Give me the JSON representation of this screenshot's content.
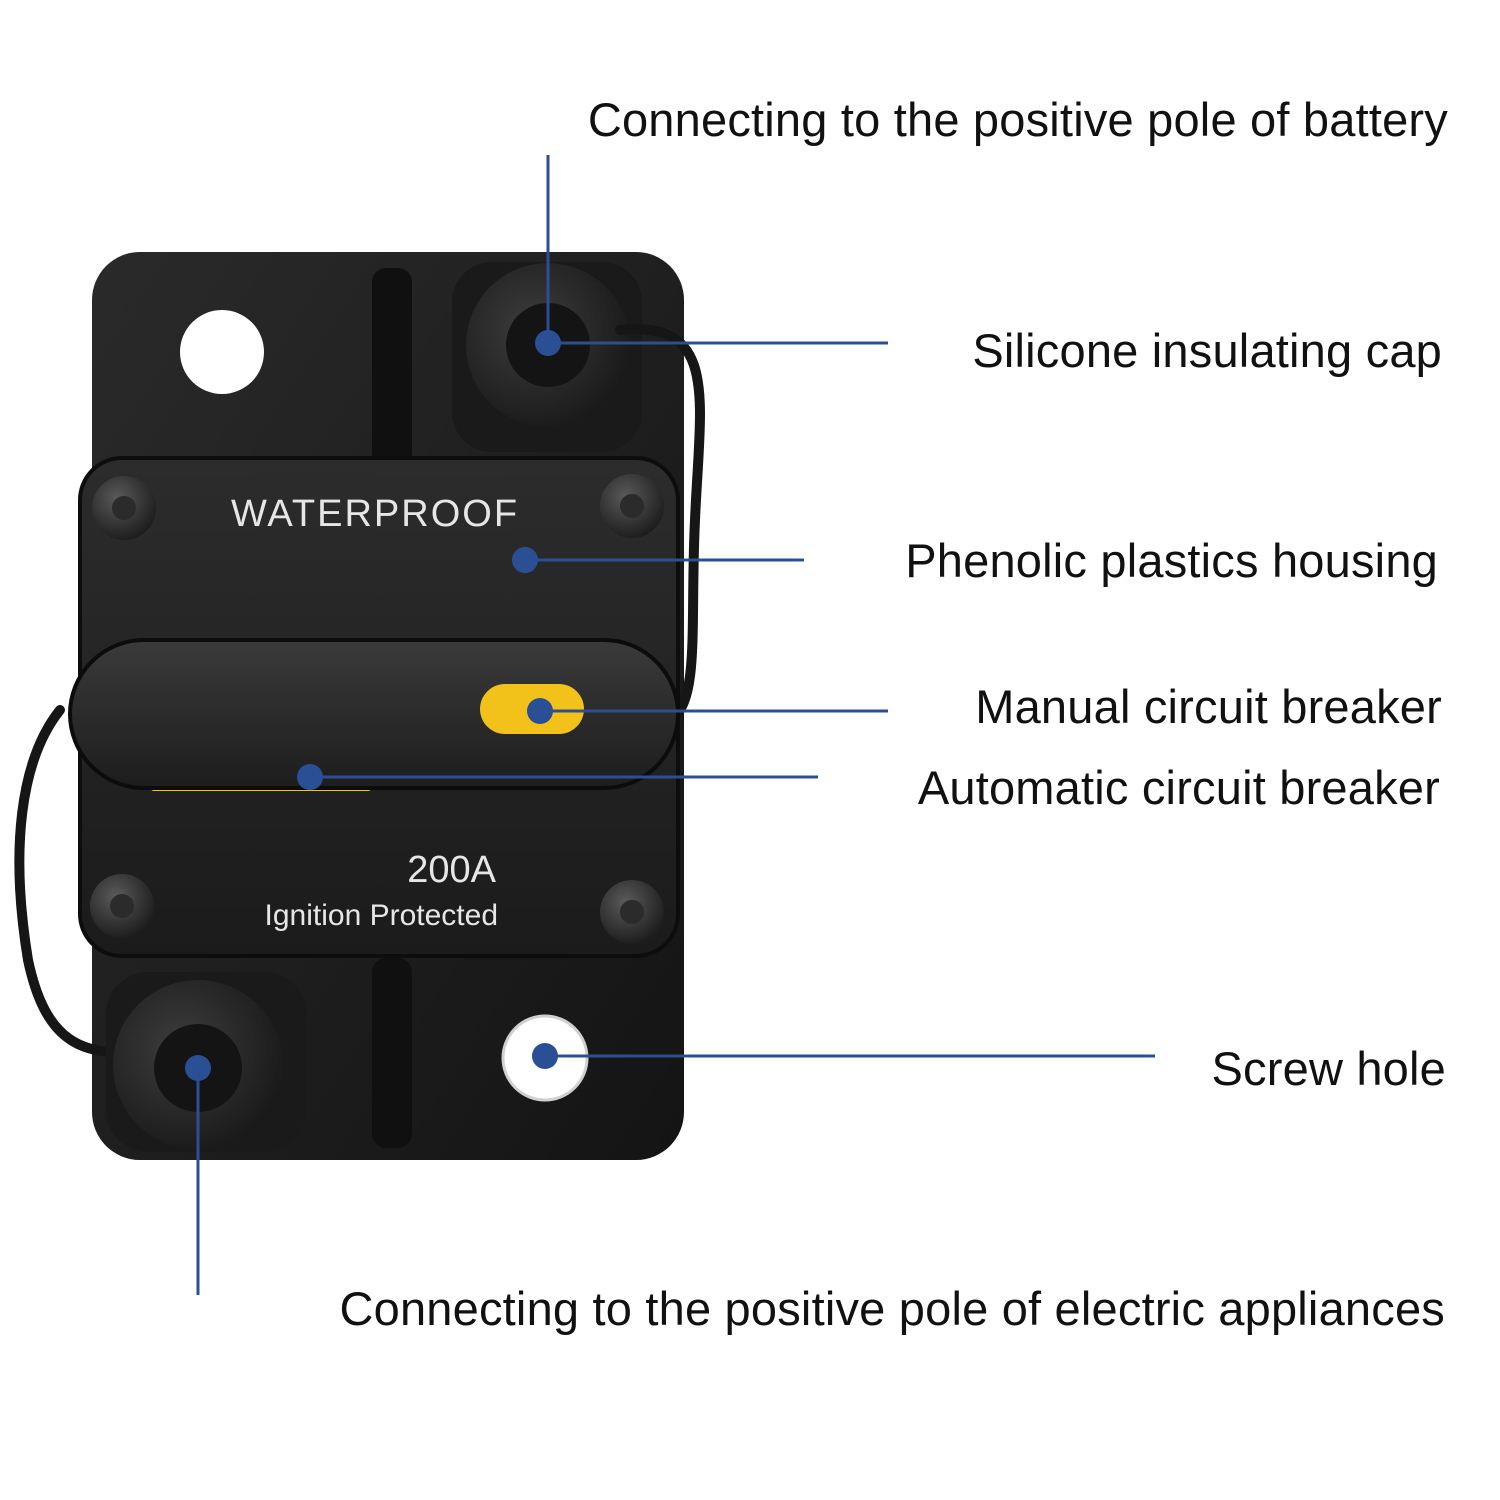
{
  "product": {
    "housing_text": "WATERPROOF",
    "rating": "200A",
    "rating_note": "Ignition Protected"
  },
  "callouts": {
    "battery_terminal": "Connecting to the positive pole of battery",
    "insulating_cap": "Silicone insulating cap",
    "housing": "Phenolic plastics housing",
    "manual_breaker": "Manual circuit breaker",
    "automatic_breaker": "Automatic circuit breaker",
    "screw_hole": "Screw hole",
    "appliance_terminal": "Connecting to the positive pole of electric appliances"
  },
  "colors": {
    "leader_line": "#2b4f95",
    "body": "#1c1c1c",
    "accent_yellow": "#f2c21b"
  }
}
